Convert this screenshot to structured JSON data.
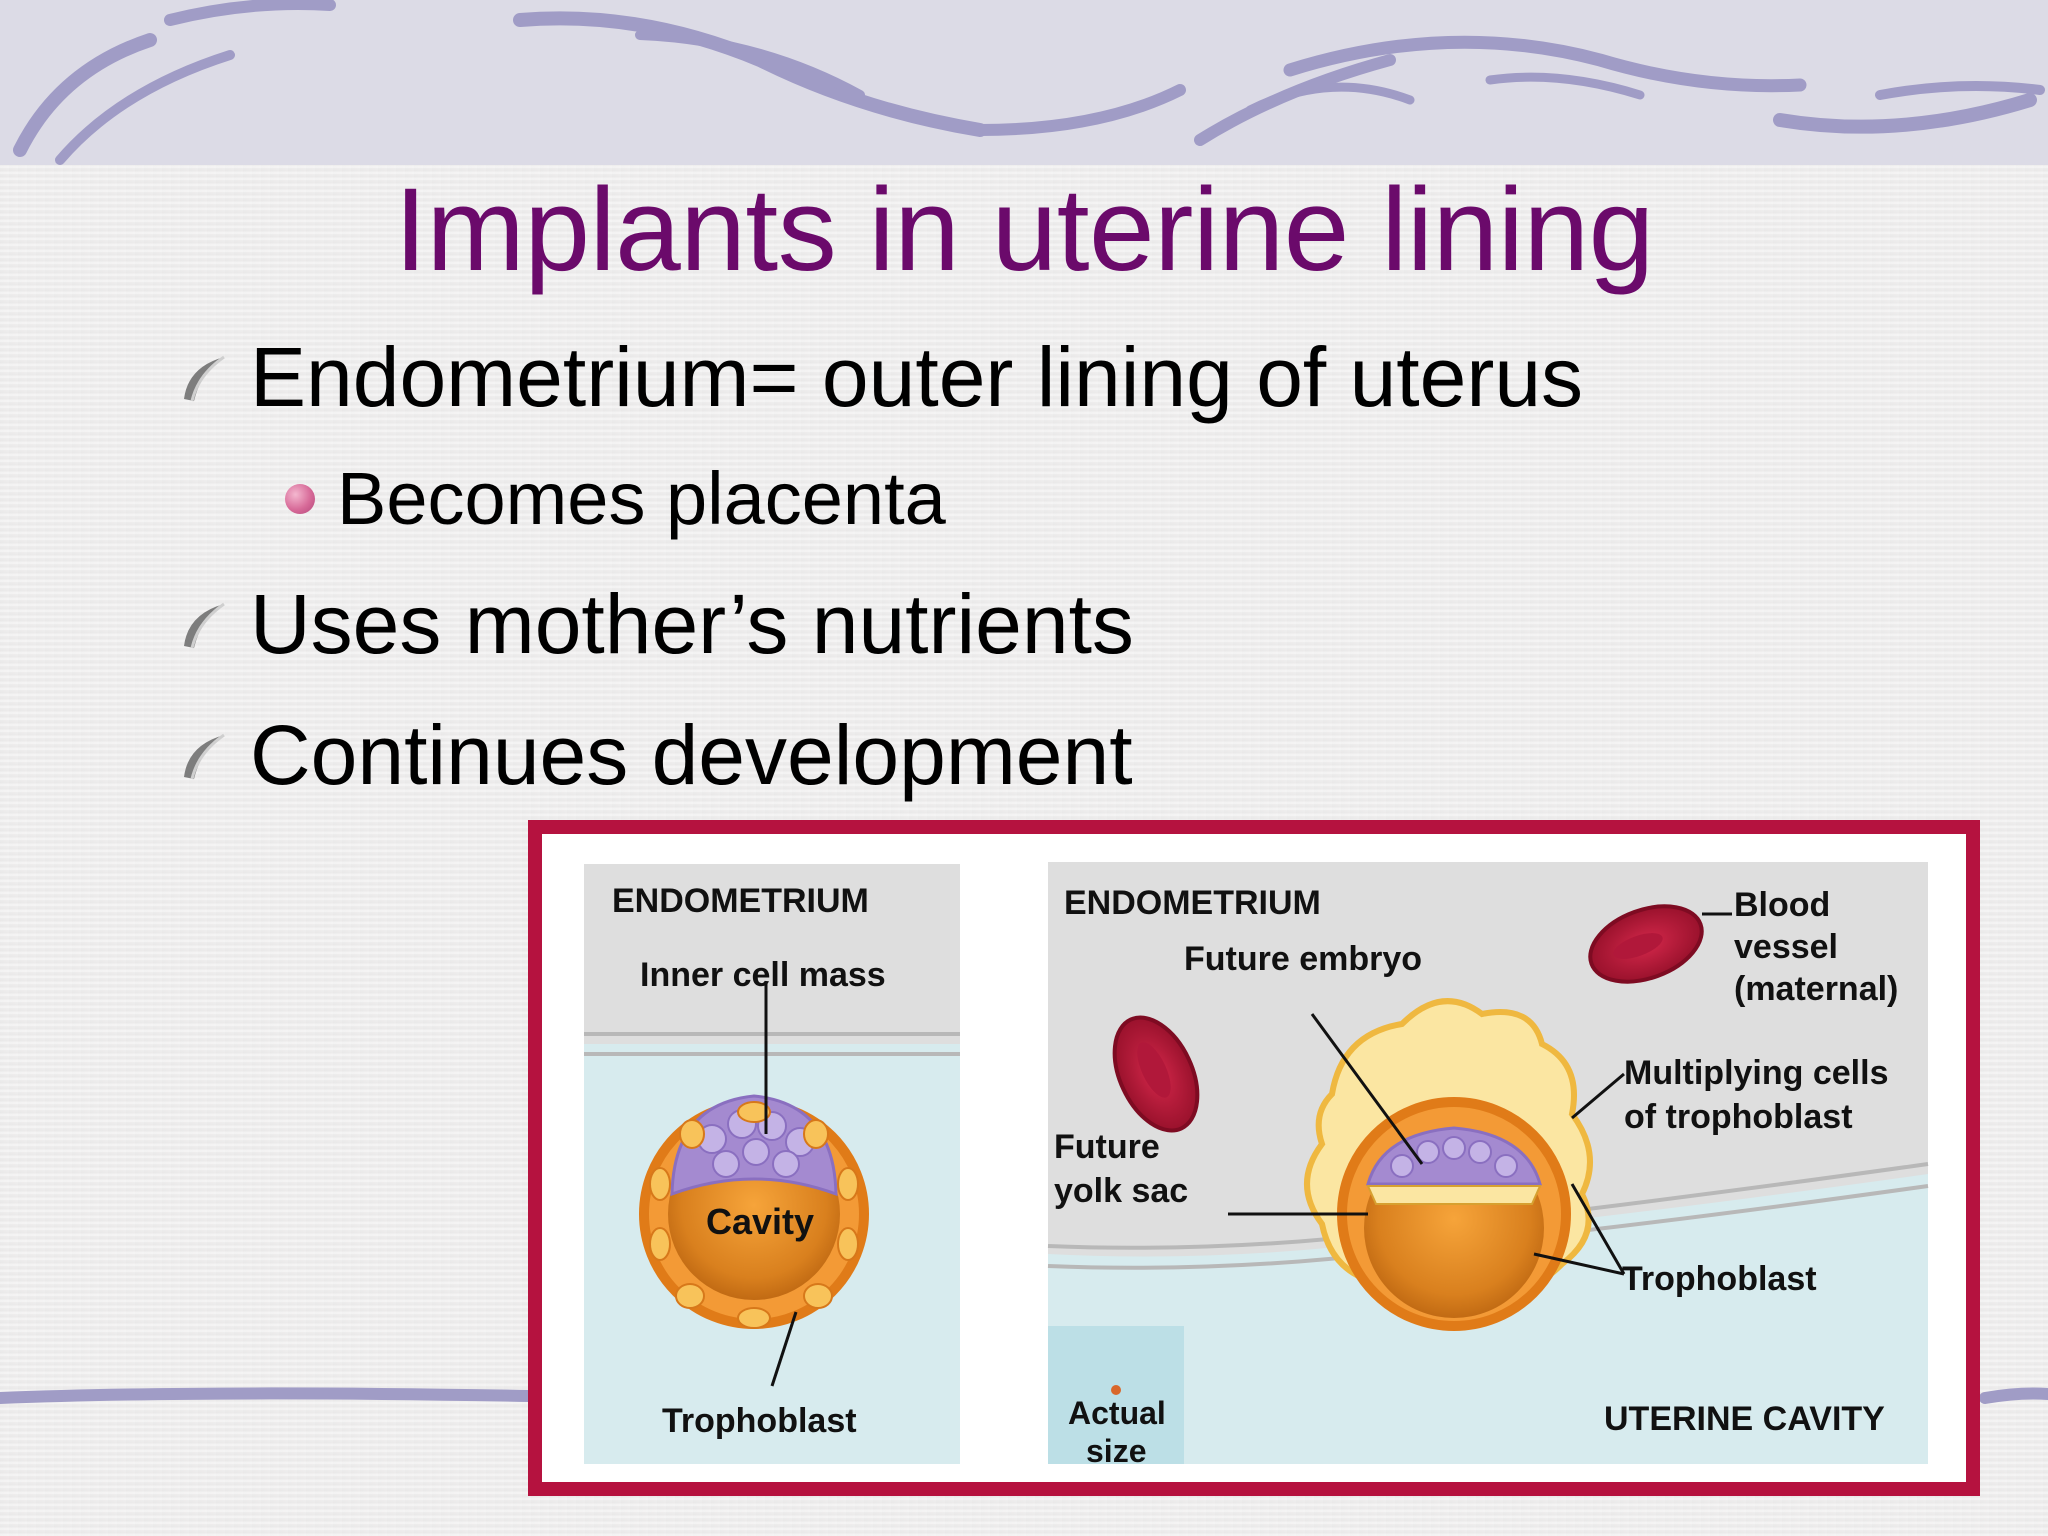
{
  "slide": {
    "title": "Implants in uterine lining",
    "bullets": [
      {
        "text": "Endometrium= outer lining of uterus",
        "level": 1,
        "icon": "swoosh-bullet-icon"
      },
      {
        "text": "Becomes placenta",
        "level": 2,
        "icon": "pink-dot-bullet-icon"
      },
      {
        "text": "Uses mother’s nutrients",
        "level": 1,
        "icon": "swoosh-bullet-icon"
      },
      {
        "text": "Continues development",
        "level": 1,
        "icon": "swoosh-bullet-icon"
      }
    ]
  },
  "figure": {
    "left_panel": {
      "header": "ENDOMETRIUM",
      "inner_cell_mass": "Inner cell mass",
      "cavity": "Cavity",
      "trophoblast": "Trophoblast"
    },
    "right_panel": {
      "header": "ENDOMETRIUM",
      "future_embryo": "Future embryo",
      "blood_vessel_1": "Blood",
      "blood_vessel_2": "vessel",
      "blood_vessel_3": "(maternal)",
      "multiplying_1": "Multiplying cells",
      "multiplying_2": "of trophoblast",
      "yolk_1": "Future",
      "yolk_2": "yolk sac",
      "trophoblast": "Trophoblast",
      "actual_1": "Actual",
      "actual_2": "size",
      "uterine_cavity": "UTERINE CAVITY"
    }
  },
  "colors": {
    "title": "#6b0a6b",
    "frame": "#b5123f",
    "header_band": "#dcdbe6",
    "swoosh": "#9d99c2"
  }
}
